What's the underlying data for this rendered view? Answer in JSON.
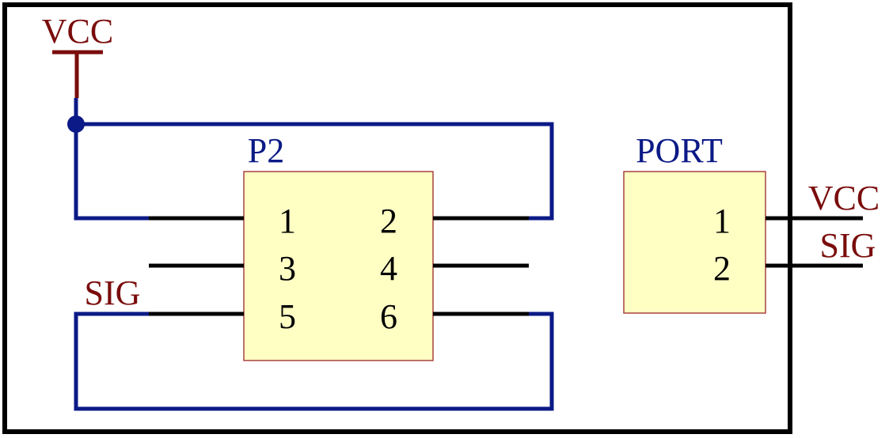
{
  "colors": {
    "background": "#ffffff",
    "frame": "#000000",
    "wire": "#0b1a86",
    "pin": "#000000",
    "power": "#7a0c0c",
    "net_label": "#7a0c0c",
    "ref_label": "#0b1a86",
    "component_fill": "#ffffc4",
    "component_border": "#a84040",
    "pin_number": "#000000"
  },
  "power_symbol": {
    "label": "VCC"
  },
  "net_labels": {
    "sig_left": "SIG",
    "vcc_right": "VCC",
    "sig_right": "SIG"
  },
  "components": {
    "p2": {
      "designator": "P2",
      "pins": [
        "1",
        "2",
        "3",
        "4",
        "5",
        "6"
      ]
    },
    "port": {
      "designator": "PORT",
      "pins": [
        "1",
        "2"
      ]
    }
  }
}
